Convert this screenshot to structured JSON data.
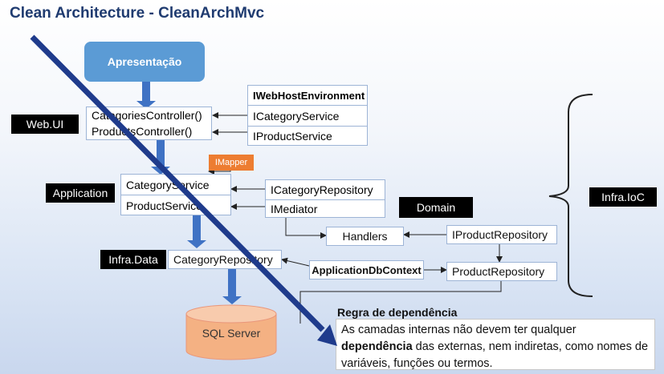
{
  "title": "Clean Architecture - CleanArchMvc",
  "presentation": "Apresentação",
  "web_controllers": [
    "CategoriesController()",
    "ProductsController()"
  ],
  "web_deps": [
    "IWebHostEnvironment",
    "ICategoryService",
    "IProductService"
  ],
  "imapper": "IMapper",
  "app_services": [
    "CategoryService",
    "ProductService"
  ],
  "app_deps": [
    "ICategoryRepository",
    "IMediator"
  ],
  "layer_labels": {
    "web": "Web.UI",
    "app": "Application",
    "data": "Infra.Data",
    "domain": "Domain",
    "ioc": "Infra.IoC"
  },
  "handlers": "Handlers",
  "iproduct_repository": "IProductRepository",
  "category_repository": "CategoryRepository",
  "db_context": "ApplicationDbContext",
  "product_repository": "ProductRepository",
  "database": "SQL Server",
  "rule": {
    "title": "Regra de dependência",
    "text_before": "As camadas internas não devem ter qualquer ",
    "text_bold": "dependência",
    "text_after": " das externas, nem indiretas, como nomes de variáveis, funções ou termos."
  },
  "colors": {
    "presentation": "#5b9bd5",
    "imapper": "#ed7d31",
    "database": "#f4b183",
    "diagonal_arrow": "#1f3b8c",
    "down_arrows": "#3f72c4"
  }
}
